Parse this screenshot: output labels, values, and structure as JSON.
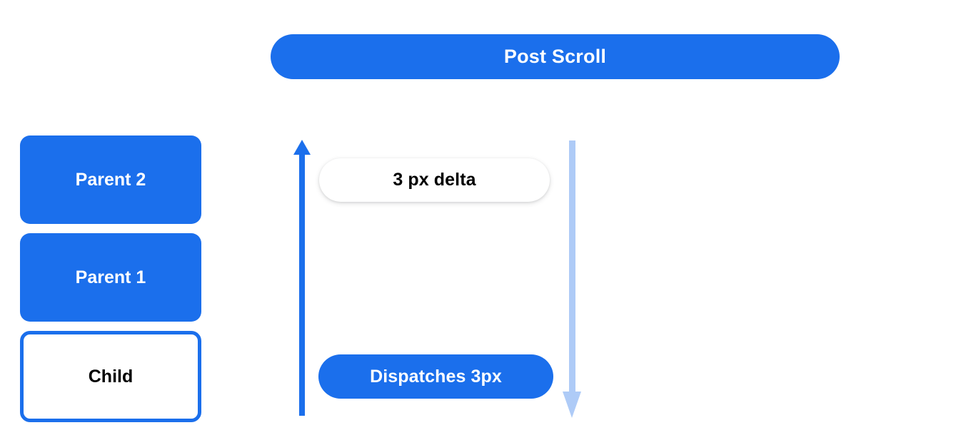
{
  "header": {
    "title": "Post Scroll",
    "color": "#1B6FEC",
    "text_color": "#FFFFFF"
  },
  "stack": {
    "boxes": [
      {
        "label": "Parent 2",
        "style": "filled",
        "fill": "#1B6FEC",
        "text_color": "#FFFFFF"
      },
      {
        "label": "Parent 1",
        "style": "filled",
        "fill": "#1B6FEC",
        "text_color": "#FFFFFF"
      },
      {
        "label": "Child",
        "style": "outlined",
        "fill": "#FFFFFF",
        "border_color": "#1B6FEC",
        "text_color": "#000000"
      }
    ]
  },
  "flow": {
    "up_arrow": {
      "name": "bubble-up-arrow",
      "direction": "up",
      "color": "#1B6FEC"
    },
    "down_arrow": {
      "name": "scroll-down-arrow",
      "direction": "down",
      "color": "#AECBF7"
    },
    "delta_pill": {
      "label": "3 px delta",
      "fill": "#FFFFFF",
      "text_color": "#000000"
    },
    "dispatch_pill": {
      "label": "Dispatches 3px",
      "fill": "#1B6FEC",
      "text_color": "#FFFFFF"
    }
  }
}
